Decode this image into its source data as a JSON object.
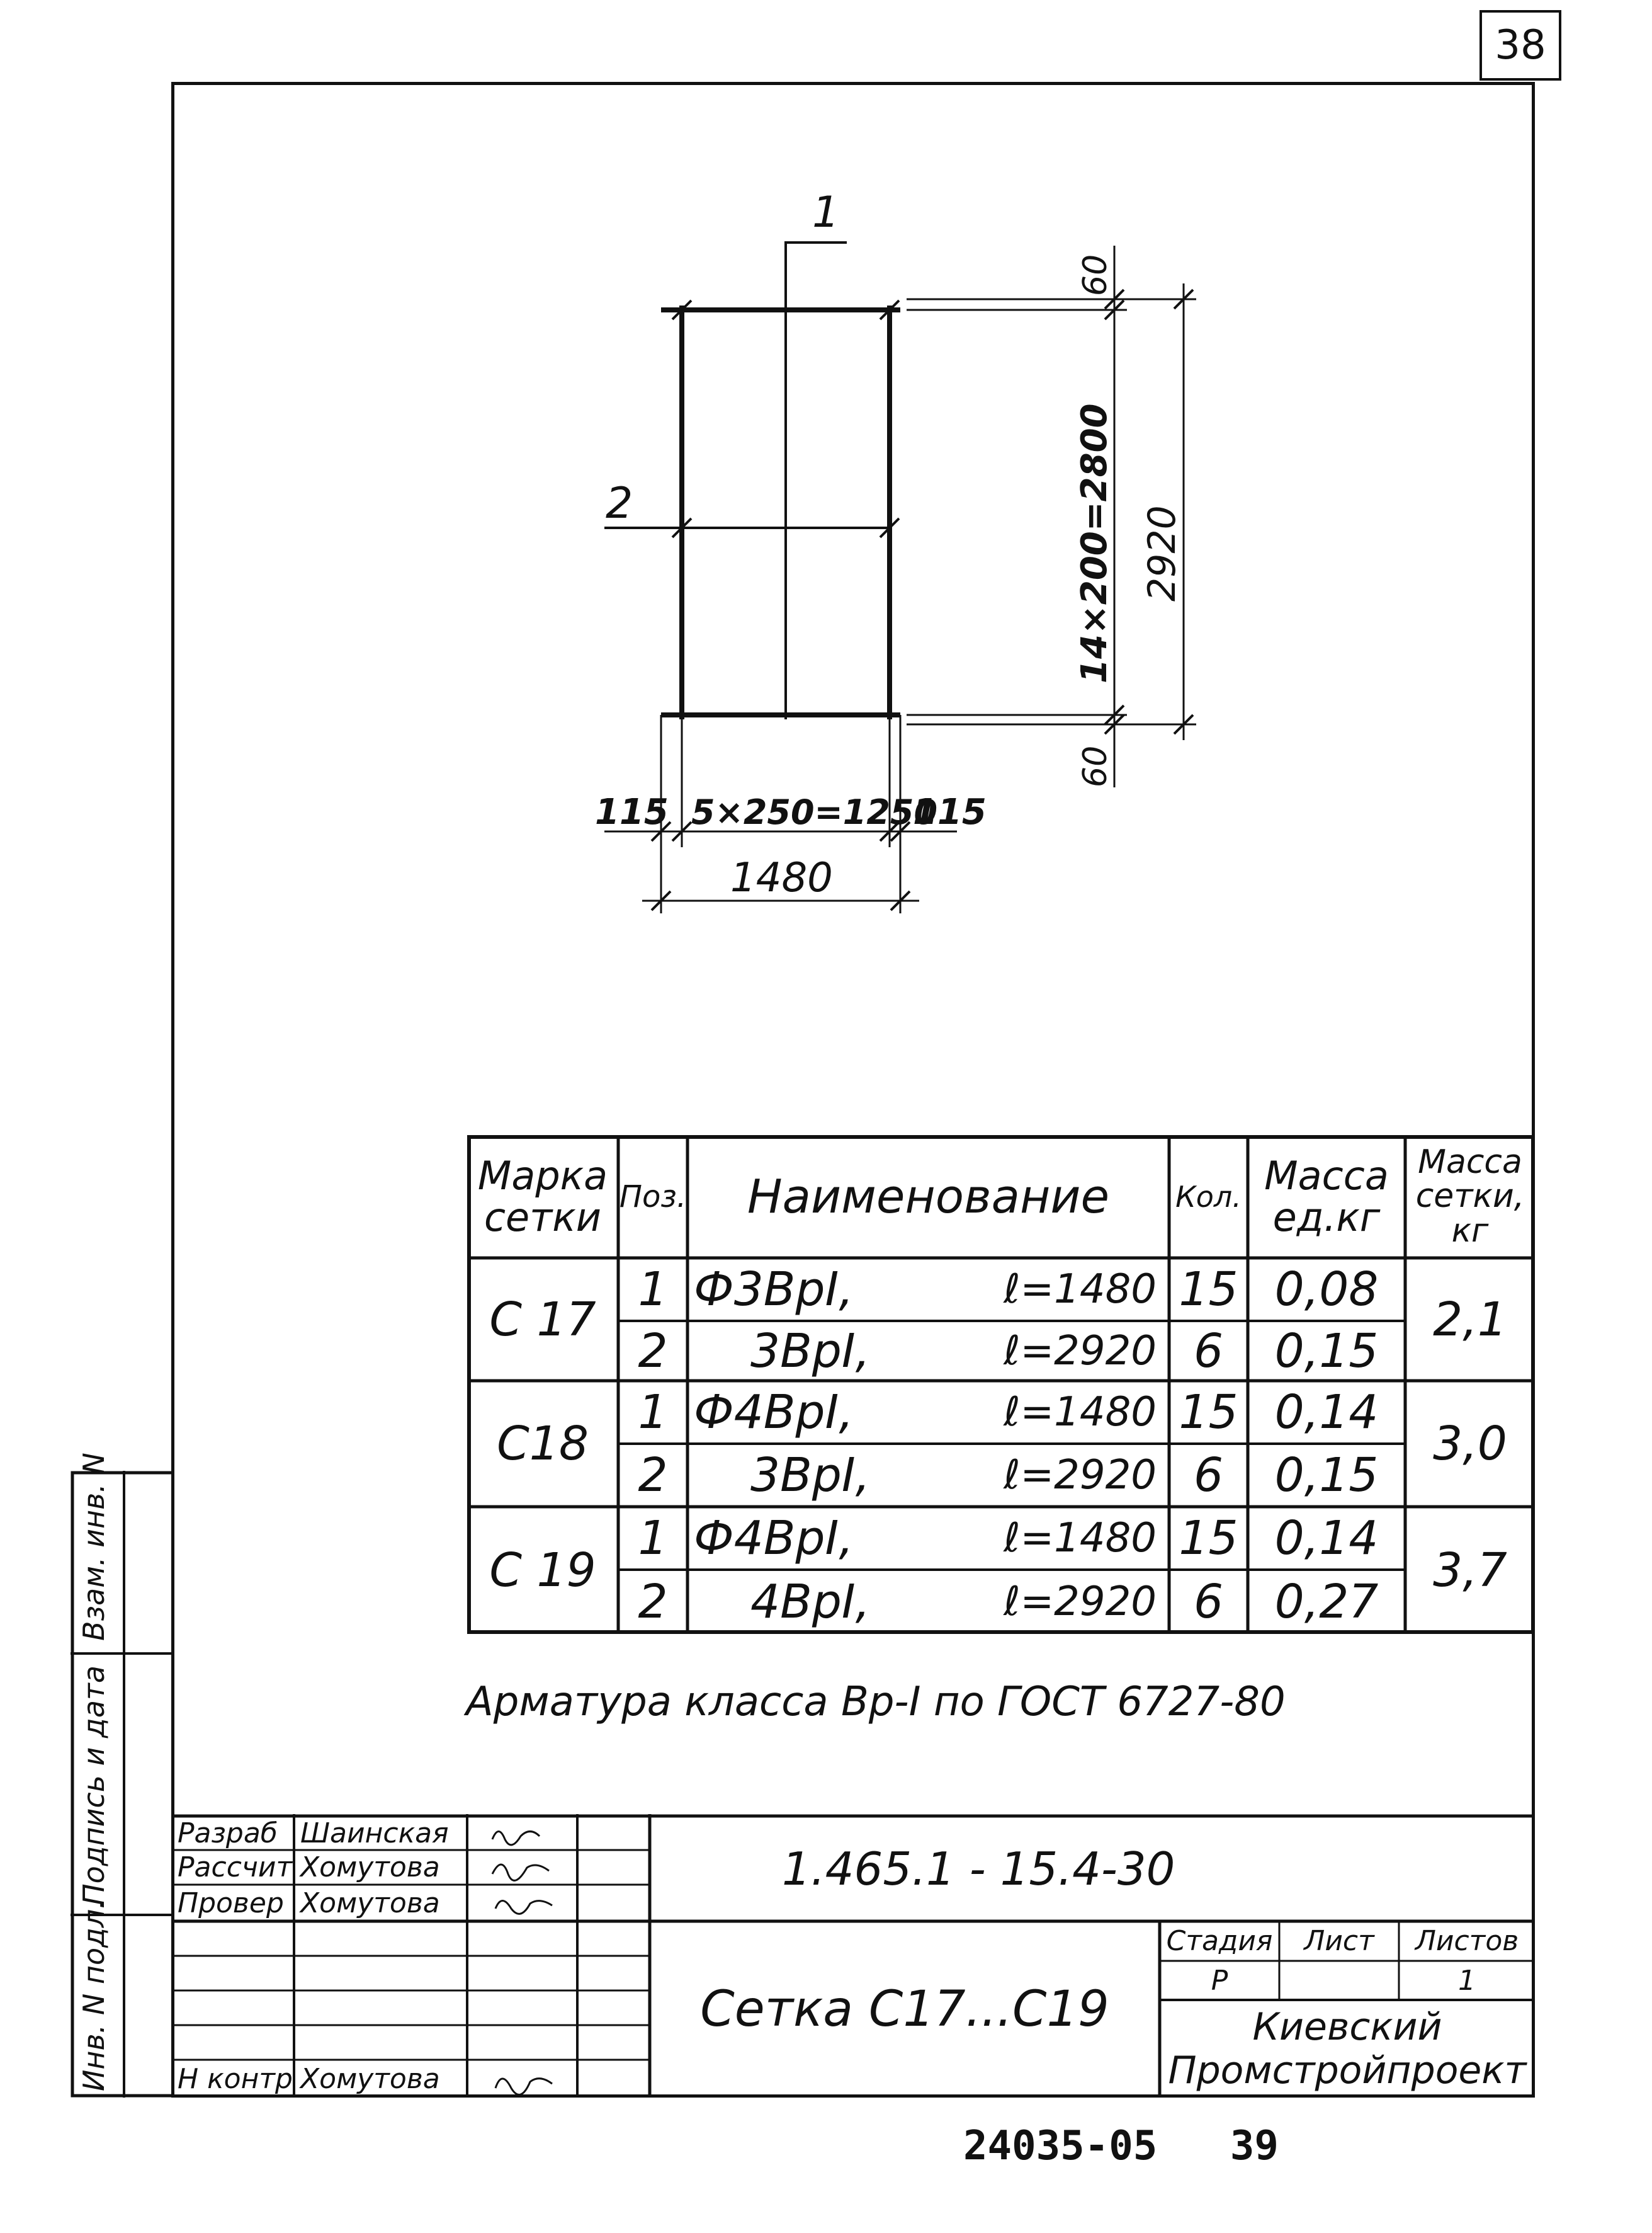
{
  "page_number": "38",
  "drawing": {
    "callout_1": "1",
    "callout_2": "2",
    "dim_top": "60",
    "dim_bottom": "60",
    "dim_height_inner": "14×200=2800",
    "dim_height_total": "2920",
    "dim_left": "115",
    "dim_mid": "5×250=1250",
    "dim_right": "115",
    "dim_width_total": "1480"
  },
  "spec_table": {
    "headers": {
      "mark": "Марка сетки",
      "pos": "Поз.",
      "name": "Наименование",
      "qty": "Кол.",
      "unit_mass": "Масса ед.кг",
      "mesh_mass": "Масса сетки, кг"
    },
    "groups": [
      {
        "mark": "С 17",
        "mesh_mass": "2,1",
        "rows": [
          {
            "pos": "1",
            "name": "Ф3ВрI,",
            "length": "ℓ=1480",
            "qty": "15",
            "unit_mass": "0,08"
          },
          {
            "pos": "2",
            "name": "3ВрI,",
            "length": "ℓ=2920",
            "qty": "6",
            "unit_mass": "0,15"
          }
        ]
      },
      {
        "mark": "С18",
        "mesh_mass": "3,0",
        "rows": [
          {
            "pos": "1",
            "name": "Ф4ВрI,",
            "length": "ℓ=1480",
            "qty": "15",
            "unit_mass": "0,14"
          },
          {
            "pos": "2",
            "name": "3ВрI,",
            "length": "ℓ=2920",
            "qty": "6",
            "unit_mass": "0,15"
          }
        ]
      },
      {
        "mark": "С 19",
        "mesh_mass": "3,7",
        "rows": [
          {
            "pos": "1",
            "name": "Ф4ВрI,",
            "length": "ℓ=1480",
            "qty": "15",
            "unit_mass": "0,14"
          },
          {
            "pos": "2",
            "name": "4ВрI,",
            "length": "ℓ=2920",
            "qty": "6",
            "unit_mass": "0,27"
          }
        ]
      }
    ]
  },
  "note": "Арматура класса Вр-I по ГОСТ 6727-80",
  "side_strip": {
    "label_1": "Взам. инв. N",
    "label_2": "Подпись и дата",
    "label_3": "Инв. N подл."
  },
  "title_block": {
    "roles": [
      {
        "role": "Разраб",
        "name": "Шаинская"
      },
      {
        "role": "Рассчит",
        "name": "Хомутова"
      },
      {
        "role": "Провер",
        "name": "Хомутова"
      },
      {
        "role": "",
        "name": ""
      },
      {
        "role": "",
        "name": ""
      },
      {
        "role": "",
        "name": ""
      },
      {
        "role": "",
        "name": ""
      },
      {
        "role": "Н контр",
        "name": "Хомутова"
      }
    ],
    "doc_code": "1.465.1 - 15.4-30",
    "title": "Сетка С17...С19",
    "stage_label": "Стадия",
    "sheet_label": "Лист",
    "sheets_label": "Листов",
    "stage_value": "Р",
    "sheet_value": "",
    "sheets_value": "1",
    "organization": "Киевский Промстройпроект"
  },
  "footer_code": "24035-05   39"
}
